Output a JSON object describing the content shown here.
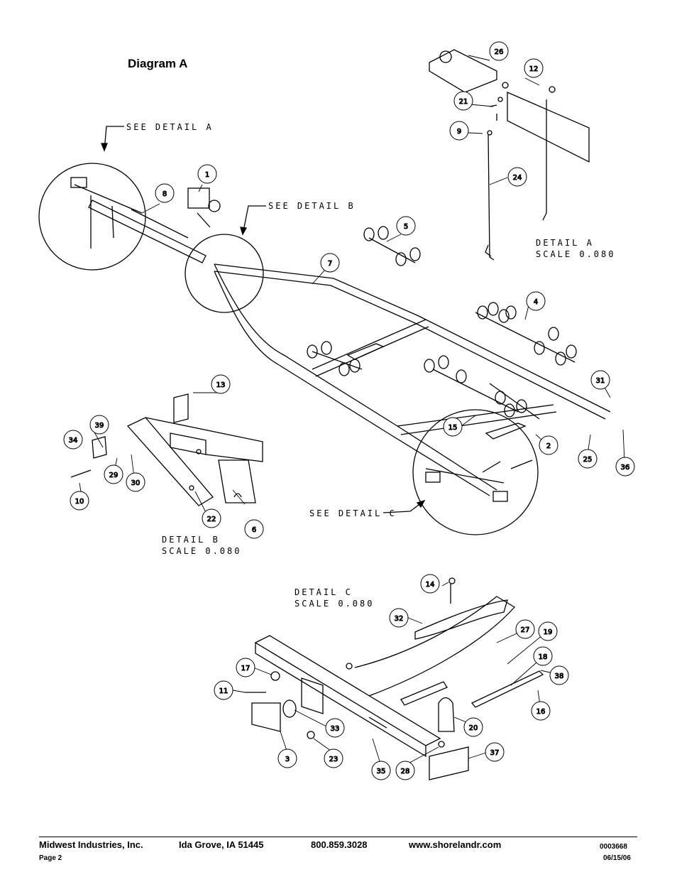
{
  "title": "Diagram A",
  "labels": {
    "see_detail_a": "SEE DETAIL  A",
    "see_detail_b": "SEE DETAIL  B",
    "see_detail_c": "SEE DETAIL  C",
    "detail_a": "DETAIL  A",
    "detail_b": "DETAIL  B",
    "detail_c": "DETAIL  C",
    "scale": "SCALE  0.080"
  },
  "part_numbers": {
    "p1": "1",
    "p2": "2",
    "p3": "3",
    "p4": "4",
    "p5": "5",
    "p6": "6",
    "p7": "7",
    "p8": "8",
    "p9": "9",
    "p10": "10",
    "p11": "11",
    "p12": "12",
    "p13": "13",
    "p14": "14",
    "p15": "15",
    "p16": "16",
    "p17": "17",
    "p18": "18",
    "p19": "19",
    "p20": "20",
    "p21": "21",
    "p22": "22",
    "p23": "23",
    "p24": "24",
    "p25": "25",
    "p26": "26",
    "p27": "27",
    "p28": "28",
    "p29": "29",
    "p30": "30",
    "p31": "31",
    "p32": "32",
    "p33": "33",
    "p34": "34",
    "p35": "35",
    "p36": "36",
    "p37": "37",
    "p38": "38",
    "p39": "39"
  },
  "footer": {
    "company": "Midwest Industries, Inc.",
    "city": "Ida Grove, IA  51445",
    "phone": "800.859.3028",
    "website": "www.shorelandr.com",
    "doc_number": "0003668",
    "page": "Page 2",
    "date": "06/15/06"
  }
}
